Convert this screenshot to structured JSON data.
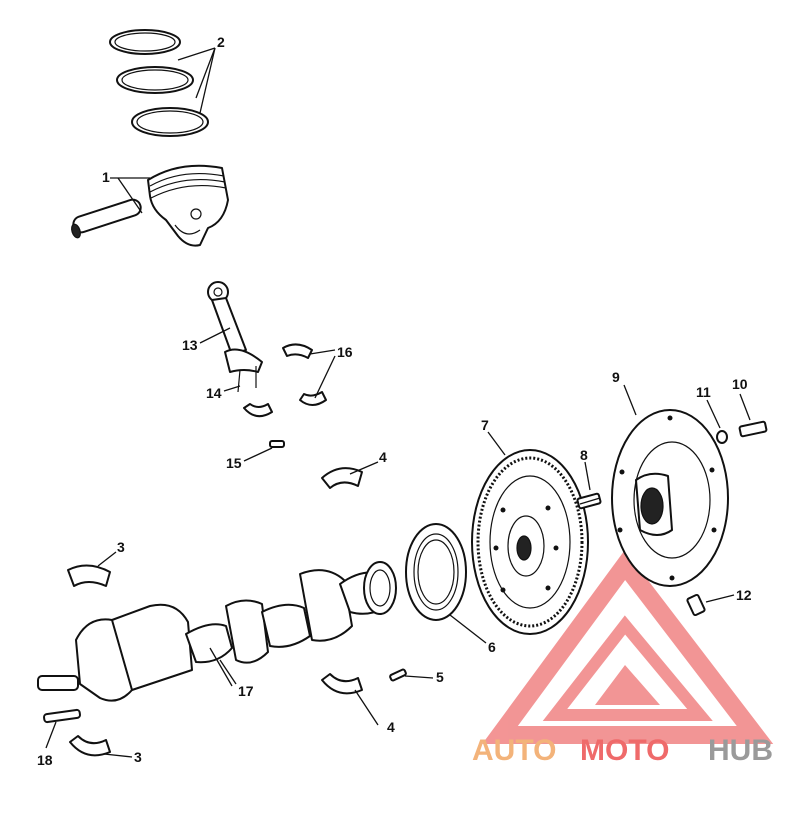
{
  "callouts": [
    "1",
    "2",
    "3",
    "3",
    "4",
    "4",
    "5",
    "6",
    "7",
    "8",
    "9",
    "10",
    "11",
    "12",
    "13",
    "14",
    "15",
    "16",
    "17",
    "18"
  ],
  "watermark": {
    "auto": "AUTO",
    "moto": "MOTO",
    "hub": "HUB",
    "colors": {
      "auto": "#f3b37a",
      "moto": "#ef6a6a",
      "hub": "#9a9a9a",
      "triangle": "#f07b7b"
    }
  }
}
